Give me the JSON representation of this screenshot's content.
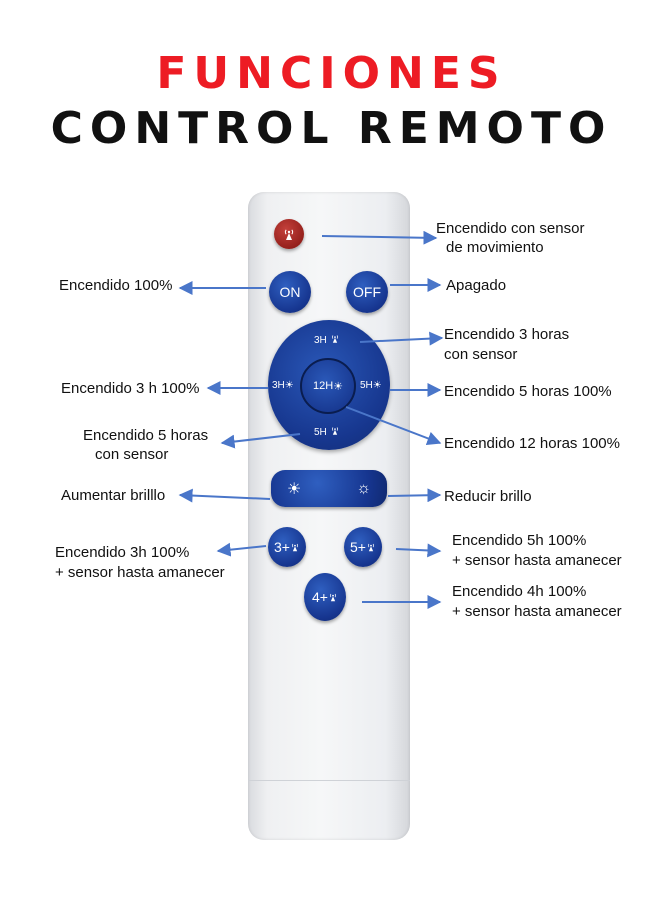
{
  "header": {
    "title_line1": "FUNCIONES",
    "title_line2": "CONTROL REMOTO"
  },
  "colors": {
    "title_red": "#ed1c24",
    "button_blue": "#16358f",
    "sensor_red": "#8f1c18",
    "arrow_blue": "#4a76c9"
  },
  "remote": {
    "on_label": "ON",
    "off_label": "OFF",
    "dial": {
      "top": "3H",
      "left": "3H",
      "center": "12H",
      "right": "5H",
      "bottom": "5H"
    },
    "combo_3": "3+",
    "combo_5": "5+",
    "combo_4": "4+"
  },
  "labels": {
    "sensor_line1": "Encendido con sensor",
    "sensor_line2": "de movimiento",
    "on": "Encendido 100%",
    "off": "Apagado",
    "h3_sensor_line1": "Encendido 3 horas",
    "h3_sensor_line2": "con sensor",
    "h3_full": "Encendido 3 h 100%",
    "h5_full": "Encendido 5 horas 100%",
    "h5_sensor_line1": "Encendido 5 horas",
    "h5_sensor_line2": "con sensor",
    "h12_full": "Encendido 12 horas 100%",
    "bright_up": "Aumentar brilllo",
    "bright_down": "Reducir brillo",
    "combo3_line1": "Encendido 3h 100%",
    "combo3_line2": "+ sensor hasta amanecer",
    "combo5_line1": "Encendido 5h 100%",
    "combo5_line2": "+ sensor hasta amanecer",
    "combo4_line1": "Encendido 4h 100%",
    "combo4_line2": "+ sensor hasta amanecer"
  }
}
